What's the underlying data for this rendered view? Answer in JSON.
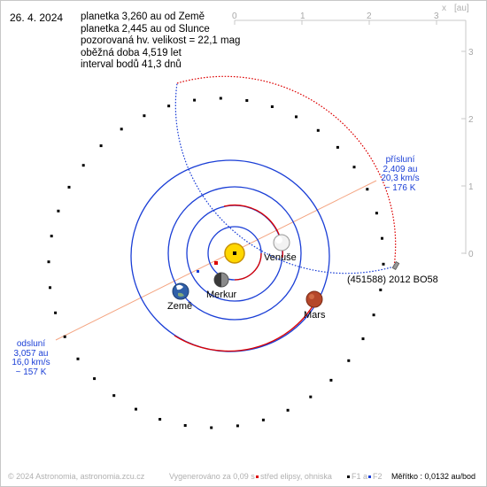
{
  "date": "26. 4. 2024",
  "info_lines": [
    "planetka 3,260 au od Země",
    "planetka 2,445 au od Slunce",
    "pozorovaná hv. velikost = 22,1 mag",
    "oběžná doba 4,519 let",
    "interval bodů 41,3 dnů"
  ],
  "window": {
    "close_label": "x",
    "units_label": "[au]"
  },
  "axes": {
    "x_ticks": [
      "0",
      "1",
      "2",
      "3"
    ],
    "y_ticks": [
      "3",
      "2",
      "1",
      "0"
    ]
  },
  "planets": {
    "venus": "Venuše",
    "mercury": "Merkur",
    "earth": "Země",
    "mars": "Mars"
  },
  "asteroid_name": "(451588) 2012 BO58",
  "perihelion": [
    "přísluní",
    "2,409 au",
    "20,3 km/s",
    "~ 176 K"
  ],
  "aphelion": [
    "odsluní",
    "3,057 au",
    "16,0 km/s",
    "~ 157 K"
  ],
  "footer": {
    "copyright": "© 2024 Astronomia, astronomia.zcu.cz",
    "generated": "Vygenerováno za 0,09 s",
    "center_legend": "střed elipsy, ohniska",
    "f1": "F1 a",
    "f2": "F2",
    "scale": "Měřítko : 0,0132 au/bod"
  },
  "colors": {
    "orbit_red": "#dd0000",
    "orbit_blue": "#1a3ed6",
    "apsis_line": "#f4a582",
    "axis": "#c8c8c8",
    "sun": "#ffd700"
  },
  "icons": {
    "sun": "sun-icon",
    "venus": "venus-icon",
    "mercury": "mercury-icon",
    "earth": "earth-icon",
    "mars": "mars-icon",
    "asteroid": "asteroid-icon"
  }
}
